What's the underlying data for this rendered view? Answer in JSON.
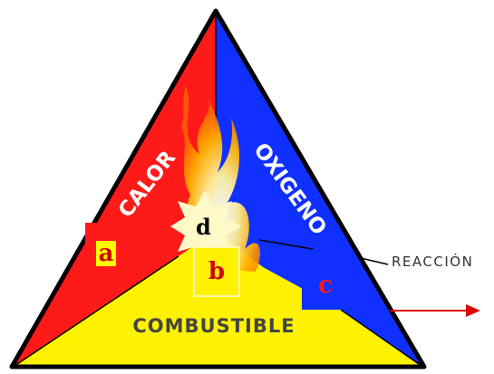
{
  "diagram": {
    "sides": {
      "left": "CALOR",
      "right": "OXIGENO",
      "bottom": "COMBUSTIBLE"
    },
    "center_label": "REACCIÓN",
    "markers": {
      "a": "a",
      "b": "b",
      "c": "c",
      "d": "d"
    },
    "colors": {
      "calor": "#ff1a1a",
      "oxigeno": "#1030ff",
      "combustible": "#fff200",
      "arrow": "#e00000",
      "outline": "#000000"
    }
  }
}
